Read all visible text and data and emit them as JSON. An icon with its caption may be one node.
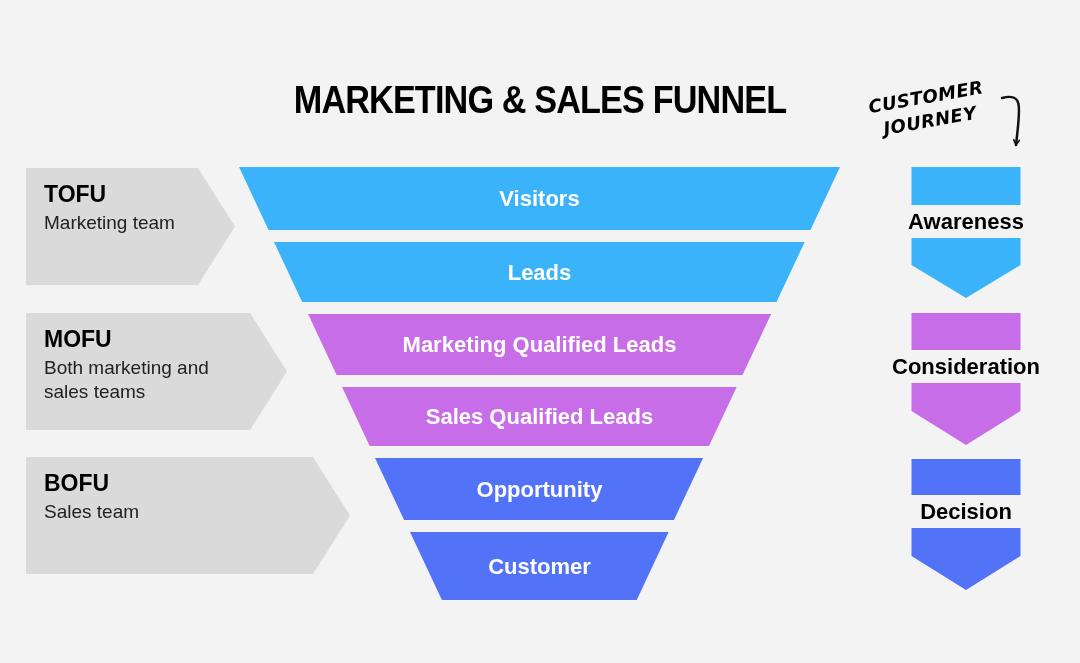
{
  "diagram": {
    "title": "MARKETING & SALES FUNNEL",
    "nodes": [
      {
        "text": [
          "TOFU",
          "Marketing team"
        ]
      },
      {
        "text": [
          "MOFU",
          "Both marketing and sales teams"
        ]
      },
      {
        "text": [
          "BOFU",
          "Sales team"
        ]
      },
      {
        "text": [
          "Visitors"
        ]
      },
      {
        "text": [
          "Leads"
        ]
      },
      {
        "text": [
          "Marketing Qualified Leads"
        ]
      },
      {
        "text": [
          "Sales Qualified Leads"
        ]
      },
      {
        "text": [
          "Opportunity"
        ]
      },
      {
        "text": [
          "Customer"
        ]
      },
      {
        "text": [
          "Awareness"
        ]
      },
      {
        "text": [
          "Consideration"
        ]
      },
      {
        "text": [
          "Decision"
        ]
      },
      {
        "text": [
          "CUSTOMER JOURNEY"
        ]
      }
    ],
    "edges": [
      {
        "from": 12,
        "to": 9,
        "arrow": "to"
      }
    ]
  }
}
